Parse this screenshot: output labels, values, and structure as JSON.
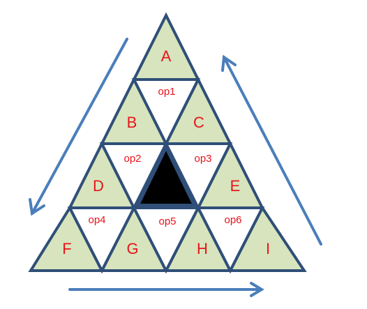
{
  "cells": {
    "A": "A",
    "B": "B",
    "C": "C",
    "D": "D",
    "E": "E",
    "F": "F",
    "G": "G",
    "H": "H",
    "I": "I"
  },
  "ops": {
    "op1": "op1",
    "op2": "op2",
    "op3": "op3",
    "op4": "op4",
    "op5": "op5",
    "op6": "op6"
  },
  "colors": {
    "outline": "#2f4f78",
    "up_fill": "#d7e4bd",
    "down_fill": "#ffffff",
    "center_fill": "#000000",
    "label": "#e8141b",
    "arrow": "#4a7ebb"
  }
}
